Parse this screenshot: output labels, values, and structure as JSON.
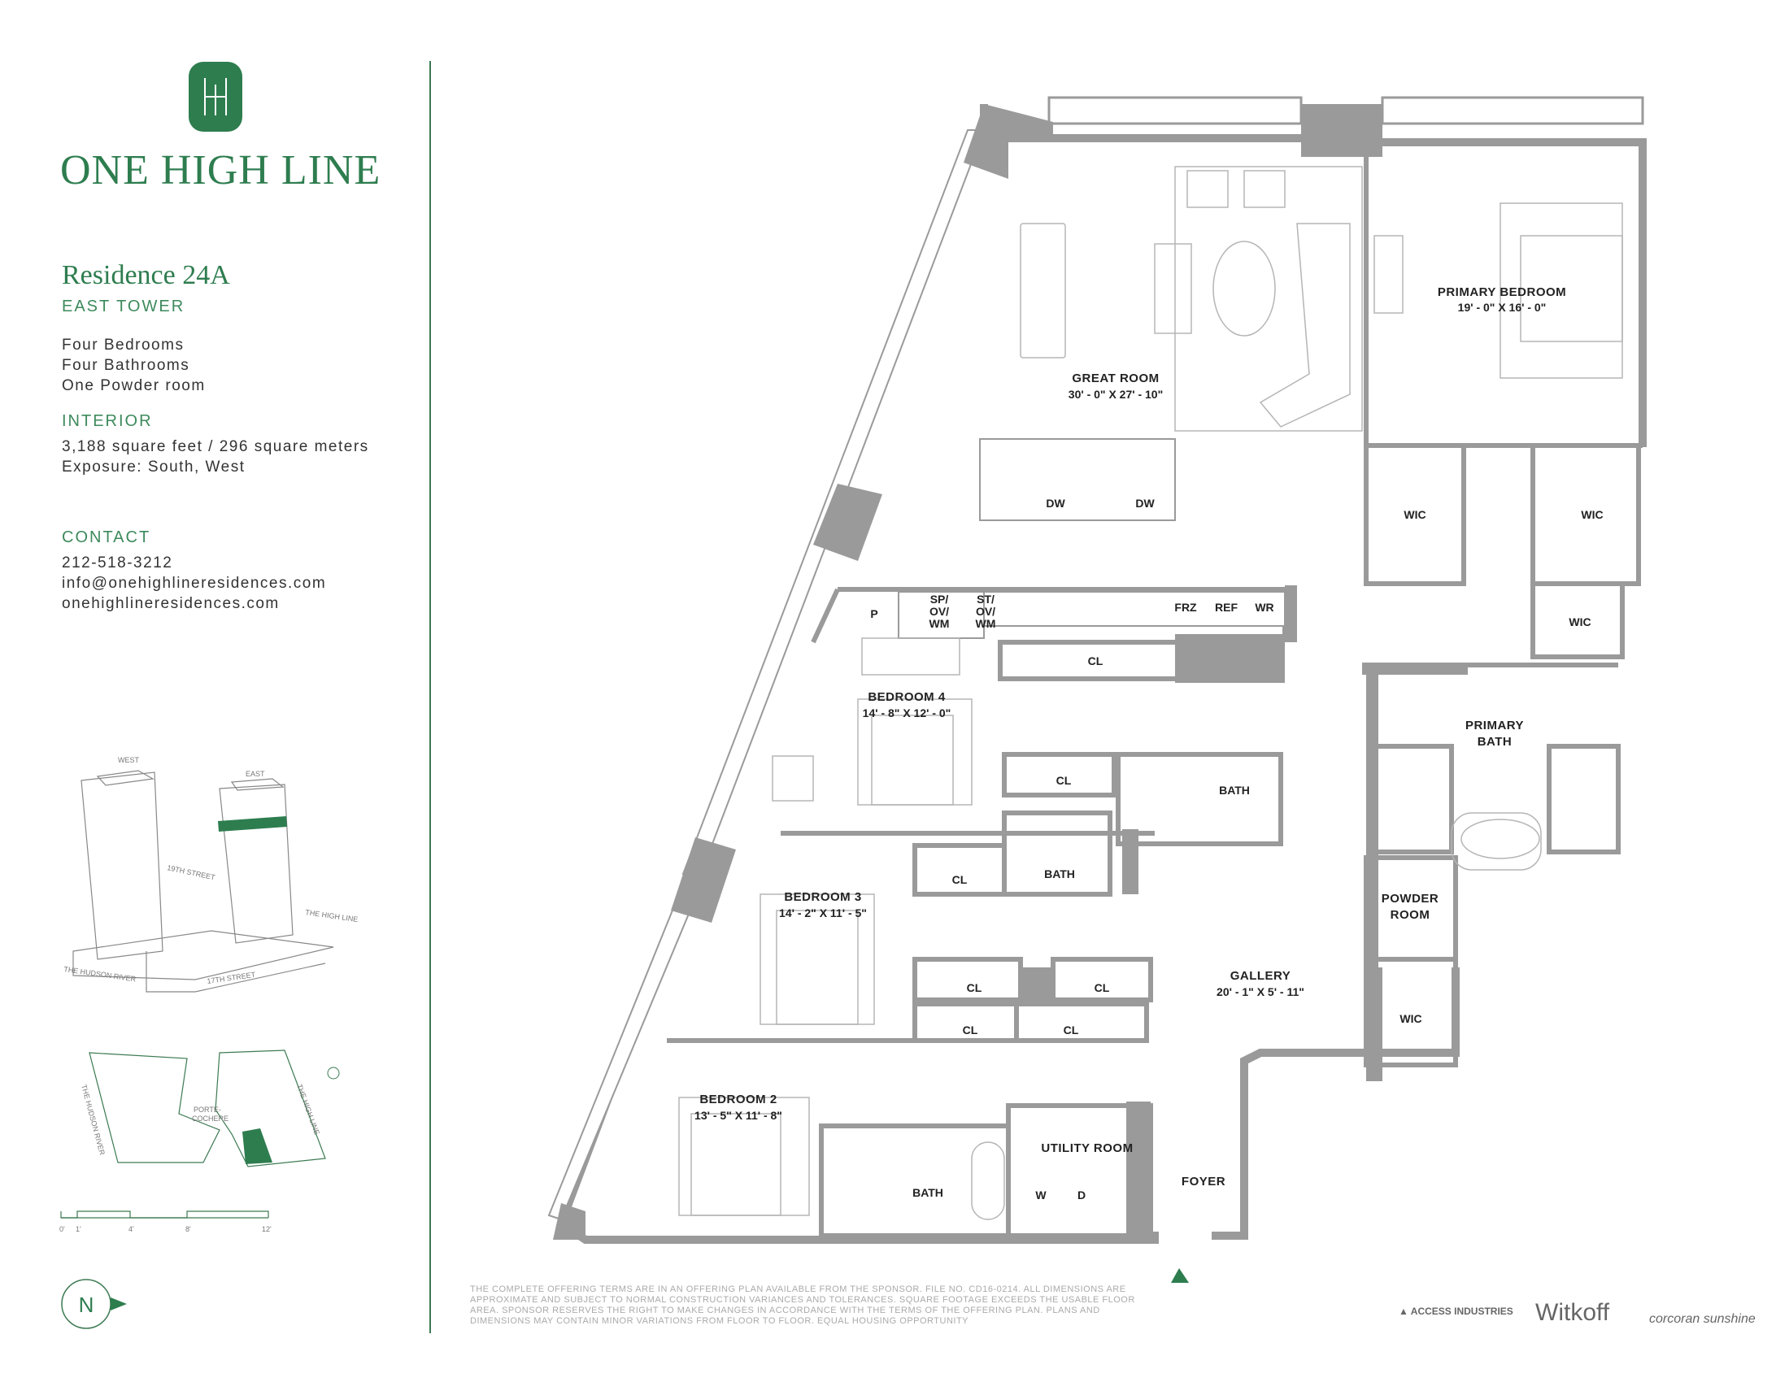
{
  "brand": {
    "name": "ONE HIGH LINE"
  },
  "residence": {
    "title": "Residence 24A",
    "tower": "EAST TOWER",
    "features": [
      "Four Bedrooms",
      "Four Bathrooms",
      "One Powder room"
    ],
    "interior_heading": "INTERIOR",
    "interior": [
      "3,188 square feet / 296 square meters",
      "Exposure: South, West"
    ]
  },
  "contact": {
    "heading": "CONTACT",
    "phone": "212-518-3212",
    "email": "info@onehighlineresidences.com",
    "web": "onehighlineresidences.com"
  },
  "keyplan": {
    "west": "WEST",
    "east": "EAST",
    "street_19": "19TH STREET",
    "high_line": "THE HIGH LINE",
    "hudson": "THE HUDSON RIVER",
    "street_17": "17TH STREET"
  },
  "siteplan": {
    "hudson": "THE HUDSON RIVER",
    "porte": "PORTE-",
    "cochere": "COCHERE",
    "high_line": "THE HIGH LINE"
  },
  "scale": {
    "ticks": [
      "0'",
      "1'",
      "4'",
      "8'",
      "12'"
    ]
  },
  "compass": {
    "north": "N"
  },
  "rooms": {
    "great_room": {
      "name": "GREAT ROOM",
      "dims": "30' - 0\" X 27' - 10\""
    },
    "primary_bedroom": {
      "name": "PRIMARY BEDROOM",
      "dims": "19' - 0\" X 16' - 0\""
    },
    "bedroom4": {
      "name": "BEDROOM 4",
      "dims": "14' - 8\" X 12' - 0\""
    },
    "bedroom3": {
      "name": "BEDROOM 3",
      "dims": "14' - 2\" X 11' - 5\""
    },
    "bedroom2": {
      "name": "BEDROOM 2",
      "dims": "13' - 5\" X 11' - 8\""
    },
    "gallery": {
      "name": "GALLERY",
      "dims": "20' - 1\" X 5' - 11\""
    },
    "primary_bath": {
      "line1": "PRIMARY",
      "line2": "BATH"
    },
    "powder": {
      "line1": "POWDER",
      "line2": "ROOM"
    },
    "utility": "UTILITY ROOM",
    "foyer": "FOYER"
  },
  "fixtures": {
    "dw": "DW",
    "p": "P",
    "sp": [
      "SP/",
      "OV/",
      "WM"
    ],
    "st": [
      "ST/",
      "OV/",
      "WM"
    ],
    "frz": "FRZ",
    "ref": "REF",
    "wr": "WR",
    "cl": "CL",
    "bath": "BATH",
    "wic": "WIC",
    "w": "W",
    "d": "D"
  },
  "disclaimer": "THE COMPLETE OFFERING TERMS ARE IN AN OFFERING PLAN AVAILABLE FROM THE SPONSOR. FILE NO. CD16-0214. ALL DIMENSIONS ARE APPROXIMATE AND SUBJECT TO NORMAL CONSTRUCTION VARIANCES AND TOLERANCES. SQUARE FOOTAGE EXCEEDS THE USABLE FLOOR AREA. SPONSOR RESERVES THE RIGHT TO MAKE CHANGES IN ACCORDANCE WITH THE TERMS OF THE OFFERING PLAN. PLANS AND DIMENSIONS MAY CONTAIN MINOR VARIATIONS FROM FLOOR TO FLOOR. EQUAL HOUSING OPPORTUNITY",
  "sponsors": {
    "access": "ACCESS INDUSTRIES",
    "witkoff": "Witkoff",
    "corcoran": "corcoran sunshine"
  },
  "colors": {
    "brand_green": "#2e7d4f",
    "wall_gray": "#9a9a9a",
    "wall_dark": "#8c8c8c"
  }
}
